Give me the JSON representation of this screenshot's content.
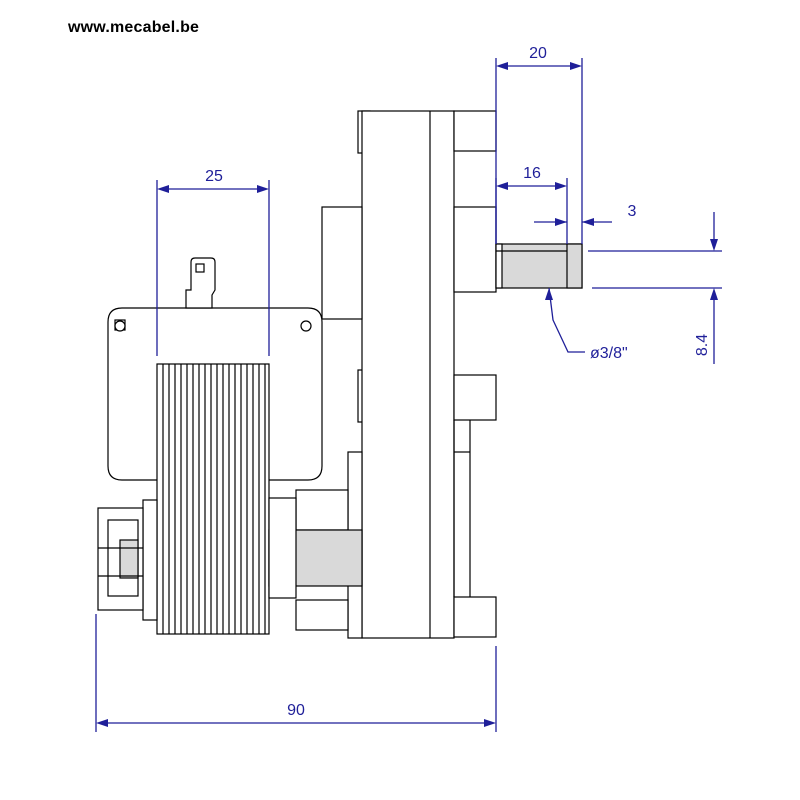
{
  "header": {
    "website": "www.mecabel.be"
  },
  "dimensions": {
    "shaft_extension": "20",
    "shaft_length": "16",
    "flat_width": "3",
    "coil_width": "25",
    "shaft_diameter": "ø3/8\"",
    "flat_depth": "8.4",
    "overall_length": "90"
  },
  "colors": {
    "dimension": "#1f1f99",
    "outline": "#000000",
    "shading": "#d9d9d9"
  }
}
